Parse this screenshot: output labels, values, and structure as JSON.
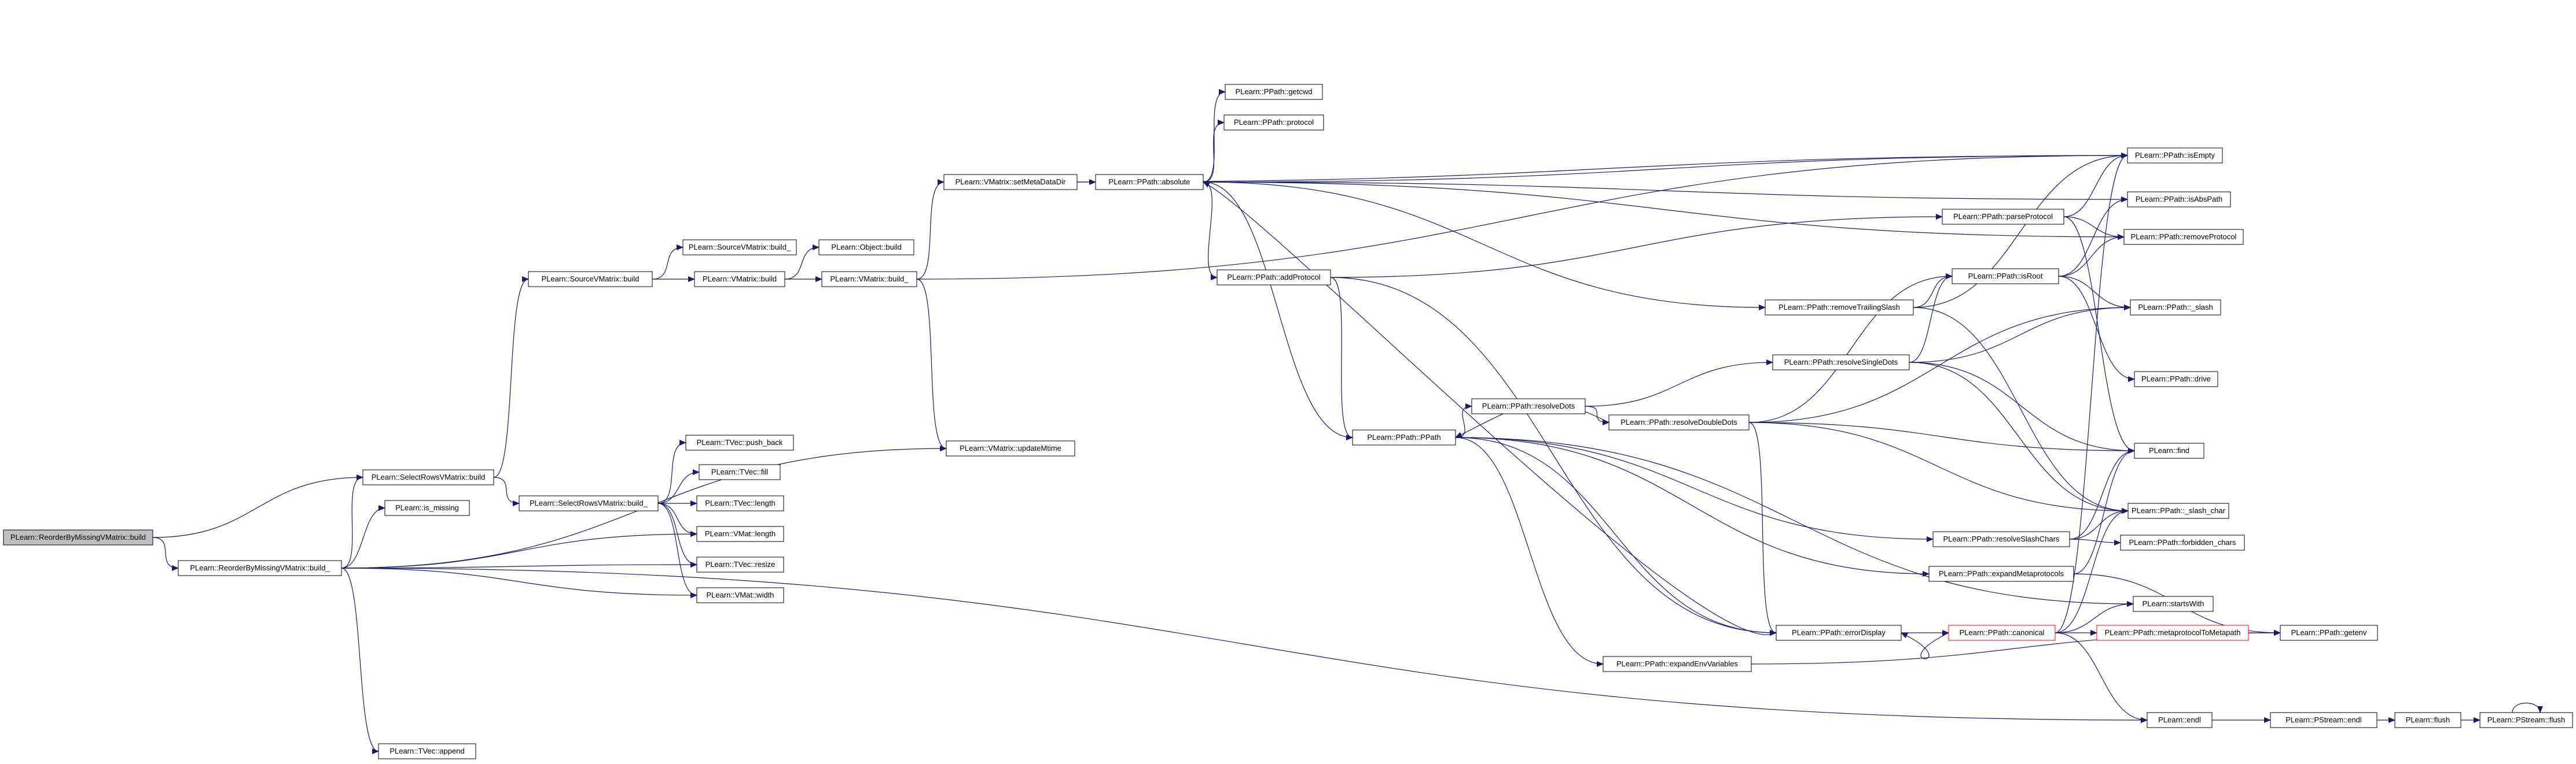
{
  "colors": {
    "edge": "#191970",
    "node_border": "#000000",
    "node_fill": "#ffffff",
    "root_fill": "#bfbfbf",
    "truncated_border": "#ff0000"
  },
  "nodes": [
    {
      "id": "root",
      "label": "PLearn::ReorderByMissingVMatrix::build"
    },
    {
      "id": "rbmv_build_",
      "label": "PLearn::ReorderByMissingVMatrix::build_"
    },
    {
      "id": "srv_build",
      "label": "PLearn::SelectRowsVMatrix::build"
    },
    {
      "id": "is_missing",
      "label": "PLearn::is_missing"
    },
    {
      "id": "tvec_append",
      "label": "PLearn::TVec::append"
    },
    {
      "id": "svm_build",
      "label": "PLearn::SourceVMatrix::build"
    },
    {
      "id": "srv_build_",
      "label": "PLearn::SelectRowsVMatrix::build_"
    },
    {
      "id": "svm_build_",
      "label": "PLearn::SourceVMatrix::build_"
    },
    {
      "id": "vmatrix_build",
      "label": "PLearn::VMatrix::build"
    },
    {
      "id": "tvec_push_back",
      "label": "PLearn::TVec::push_back"
    },
    {
      "id": "tvec_fill",
      "label": "PLearn::TVec::fill"
    },
    {
      "id": "tvec_length",
      "label": "PLearn::TVec::length"
    },
    {
      "id": "vmat_length",
      "label": "PLearn::VMat::length"
    },
    {
      "id": "tvec_resize",
      "label": "PLearn::TVec::resize"
    },
    {
      "id": "vmat_width",
      "label": "PLearn::VMat::width"
    },
    {
      "id": "object_build",
      "label": "PLearn::Object::build"
    },
    {
      "id": "vmatrix_build_",
      "label": "PLearn::VMatrix::build_"
    },
    {
      "id": "set_meta_data_dir",
      "label": "PLearn::VMatrix::setMetaDataDir"
    },
    {
      "id": "update_mtime",
      "label": "PLearn::VMatrix::updateMtime"
    },
    {
      "id": "ppath_absolute",
      "label": "PLearn::PPath::absolute"
    },
    {
      "id": "ppath_getcwd",
      "label": "PLearn::PPath::getcwd"
    },
    {
      "id": "ppath_protocol",
      "label": "PLearn::PPath::protocol"
    },
    {
      "id": "ppath_add_protocol",
      "label": "PLearn::PPath::addProtocol"
    },
    {
      "id": "ppath_ctor",
      "label": "PLearn::PPath::PPath"
    },
    {
      "id": "ppath_resolve_dots",
      "label": "PLearn::PPath::resolveDots"
    },
    {
      "id": "ppath_remove_trailing_slash",
      "label": "PLearn::PPath::removeTrailingSlash"
    },
    {
      "id": "ppath_resolve_single_dots",
      "label": "PLearn::PPath::resolveSingleDots"
    },
    {
      "id": "ppath_resolve_double_dots",
      "label": "PLearn::PPath::resolveDoubleDots"
    },
    {
      "id": "ppath_parse_protocol",
      "label": "PLearn::PPath::parseProtocol"
    },
    {
      "id": "ppath_is_root",
      "label": "PLearn::PPath::isRoot"
    },
    {
      "id": "ppath_resolve_slash_chars",
      "label": "PLearn::PPath::resolveSlashChars"
    },
    {
      "id": "ppath_expand_metaprotocols",
      "label": "PLearn::PPath::expandMetaprotocols"
    },
    {
      "id": "ppath_error_display",
      "label": "PLearn::PPath::errorDisplay"
    },
    {
      "id": "ppath_expand_env_variables",
      "label": "PLearn::PPath::expandEnvVariables"
    },
    {
      "id": "ppath_canonical",
      "label": "PLearn::PPath::canonical"
    },
    {
      "id": "ppath_is_empty",
      "label": "PLearn::PPath::isEmpty"
    },
    {
      "id": "ppath_is_abs_path",
      "label": "PLearn::PPath::isAbsPath"
    },
    {
      "id": "ppath_remove_protocol",
      "label": "PLearn::PPath::removeProtocol"
    },
    {
      "id": "ppath_slash",
      "label": "PLearn::PPath::_slash"
    },
    {
      "id": "ppath_drive",
      "label": "PLearn::PPath::drive"
    },
    {
      "id": "find",
      "label": "PLearn::find"
    },
    {
      "id": "ppath_slash_char",
      "label": "PLearn::PPath::_slash_char"
    },
    {
      "id": "ppath_forbidden_chars",
      "label": "PLearn::PPath::forbidden_chars"
    },
    {
      "id": "starts_with",
      "label": "PLearn::startsWith"
    },
    {
      "id": "ppath_metaprotocol_to_metapath",
      "label": "PLearn::PPath::metaprotocolToMetapath"
    },
    {
      "id": "ppath_getenv",
      "label": "PLearn::PPath::getenv"
    },
    {
      "id": "endl",
      "label": "PLearn::endl"
    },
    {
      "id": "pstream_endl",
      "label": "PLearn::PStream::endl"
    },
    {
      "id": "flush",
      "label": "PLearn::flush"
    },
    {
      "id": "pstream_flush",
      "label": "PLearn::PStream::flush"
    }
  ],
  "edges": [
    [
      "root",
      "srv_build"
    ],
    [
      "root",
      "rbmv_build_"
    ],
    [
      "rbmv_build_",
      "srv_build"
    ],
    [
      "rbmv_build_",
      "is_missing"
    ],
    [
      "rbmv_build_",
      "vmat_length"
    ],
    [
      "rbmv_build_",
      "tvec_resize"
    ],
    [
      "rbmv_build_",
      "vmat_width"
    ],
    [
      "rbmv_build_",
      "update_mtime"
    ],
    [
      "rbmv_build_",
      "endl"
    ],
    [
      "rbmv_build_",
      "tvec_append"
    ],
    [
      "srv_build",
      "svm_build"
    ],
    [
      "srv_build",
      "srv_build_"
    ],
    [
      "svm_build",
      "svm_build_"
    ],
    [
      "svm_build",
      "vmatrix_build"
    ],
    [
      "vmatrix_build",
      "object_build"
    ],
    [
      "vmatrix_build",
      "vmatrix_build_"
    ],
    [
      "vmatrix_build_",
      "set_meta_data_dir"
    ],
    [
      "vmatrix_build_",
      "update_mtime"
    ],
    [
      "vmatrix_build_",
      "ppath_is_empty"
    ],
    [
      "srv_build_",
      "tvec_push_back"
    ],
    [
      "srv_build_",
      "tvec_fill"
    ],
    [
      "srv_build_",
      "tvec_length"
    ],
    [
      "srv_build_",
      "vmat_length"
    ],
    [
      "srv_build_",
      "tvec_resize"
    ],
    [
      "srv_build_",
      "vmat_width"
    ],
    [
      "set_meta_data_dir",
      "ppath_absolute"
    ],
    [
      "set_meta_data_dir",
      "ppath_is_empty"
    ],
    [
      "ppath_absolute",
      "ppath_getcwd"
    ],
    [
      "ppath_absolute",
      "ppath_protocol"
    ],
    [
      "ppath_absolute",
      "ppath_add_protocol"
    ],
    [
      "ppath_absolute",
      "ppath_ctor"
    ],
    [
      "ppath_absolute",
      "ppath_remove_trailing_slash"
    ],
    [
      "ppath_absolute",
      "ppath_is_empty"
    ],
    [
      "ppath_absolute",
      "ppath_is_abs_path"
    ],
    [
      "ppath_absolute",
      "ppath_remove_protocol"
    ],
    [
      "ppath_add_protocol",
      "ppath_parse_protocol"
    ],
    [
      "ppath_add_protocol",
      "ppath_ctor"
    ],
    [
      "ppath_add_protocol",
      "ppath_error_display"
    ],
    [
      "ppath_ctor",
      "ppath_resolve_dots"
    ],
    [
      "ppath_ctor",
      "ppath_resolve_slash_chars"
    ],
    [
      "ppath_ctor",
      "ppath_expand_metaprotocols"
    ],
    [
      "ppath_ctor",
      "ppath_error_display"
    ],
    [
      "ppath_ctor",
      "ppath_expand_env_variables"
    ],
    [
      "ppath_ctor",
      "starts_with"
    ],
    [
      "ppath_resolve_dots",
      "ppath_resolve_single_dots"
    ],
    [
      "ppath_resolve_dots",
      "ppath_resolve_double_dots"
    ],
    [
      "ppath_remove_trailing_slash",
      "ppath_is_root"
    ],
    [
      "ppath_remove_trailing_slash",
      "ppath_is_empty"
    ],
    [
      "ppath_remove_trailing_slash",
      "ppath_slash_char"
    ],
    [
      "ppath_resolve_single_dots",
      "ppath_is_root"
    ],
    [
      "ppath_resolve_single_dots",
      "ppath_slash"
    ],
    [
      "ppath_resolve_single_dots",
      "find"
    ],
    [
      "ppath_resolve_single_dots",
      "ppath_slash_char"
    ],
    [
      "ppath_resolve_double_dots",
      "ppath_ctor"
    ],
    [
      "ppath_resolve_double_dots",
      "ppath_is_root"
    ],
    [
      "ppath_resolve_double_dots",
      "ppath_slash"
    ],
    [
      "ppath_resolve_double_dots",
      "find"
    ],
    [
      "ppath_resolve_double_dots",
      "ppath_slash_char"
    ],
    [
      "ppath_resolve_double_dots",
      "ppath_error_display"
    ],
    [
      "ppath_parse_protocol",
      "ppath_is_empty"
    ],
    [
      "ppath_parse_protocol",
      "ppath_remove_protocol"
    ],
    [
      "ppath_parse_protocol",
      "find"
    ],
    [
      "ppath_is_root",
      "ppath_is_abs_path"
    ],
    [
      "ppath_is_root",
      "ppath_remove_protocol"
    ],
    [
      "ppath_is_root",
      "ppath_slash"
    ],
    [
      "ppath_is_root",
      "ppath_drive"
    ],
    [
      "ppath_resolve_slash_chars",
      "ppath_slash_char"
    ],
    [
      "ppath_resolve_slash_chars",
      "ppath_forbidden_chars"
    ],
    [
      "ppath_resolve_slash_chars",
      "find"
    ],
    [
      "ppath_expand_metaprotocols",
      "ppath_getenv"
    ],
    [
      "ppath_expand_metaprotocols",
      "find"
    ],
    [
      "ppath_error_display",
      "ppath_canonical"
    ],
    [
      "ppath_error_display",
      "ppath_absolute"
    ],
    [
      "ppath_expand_env_variables",
      "ppath_getenv"
    ],
    [
      "ppath_canonical",
      "ppath_error_display"
    ],
    [
      "ppath_canonical",
      "ppath_metaprotocol_to_metapath"
    ],
    [
      "ppath_canonical",
      "ppath_is_empty"
    ],
    [
      "ppath_canonical",
      "starts_with"
    ],
    [
      "ppath_canonical",
      "endl"
    ],
    [
      "ppath_canonical",
      "ppath_slash_char"
    ],
    [
      "ppath_metaprotocol_to_metapath",
      "ppath_getenv"
    ],
    [
      "endl",
      "pstream_endl"
    ],
    [
      "pstream_endl",
      "flush"
    ],
    [
      "flush",
      "pstream_flush"
    ],
    [
      "pstream_flush",
      "pstream_flush"
    ]
  ]
}
